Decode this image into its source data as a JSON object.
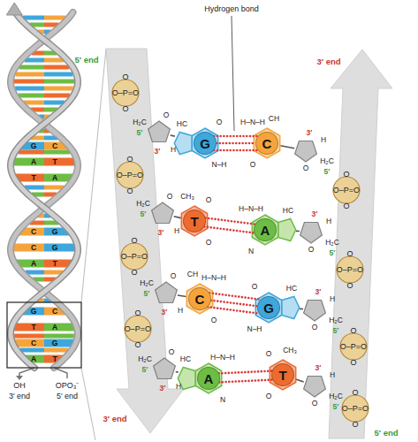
{
  "diagram": {
    "nodes": [
      {
        "text": [
          "O",
          "O–P=O",
          "O"
        ]
      },
      {
        "text": [
          "O",
          "O–P=O",
          "O"
        ]
      },
      {
        "text": [
          "O",
          "O–P=O",
          "O"
        ]
      },
      {
        "text": [
          "O",
          "O–P=O",
          "O"
        ]
      },
      {
        "text": [
          "G"
        ]
      },
      {
        "text": [
          "C"
        ]
      },
      {
        "text": [
          "T"
        ]
      },
      {
        "text": [
          "A"
        ]
      },
      {
        "text": [
          "C"
        ]
      },
      {
        "text": [
          "G"
        ]
      },
      {
        "text": [
          "A"
        ]
      },
      {
        "text": [
          "T"
        ]
      },
      {
        "text": [
          "O",
          "O–P=O",
          "O"
        ]
      },
      {
        "text": [
          "O",
          "O–P=O",
          "O"
        ]
      },
      {
        "text": [
          "O",
          "O–P=O",
          "O"
        ]
      },
      {
        "text": [
          "O",
          "O–P=O",
          "O"
        ]
      }
    ],
    "edges": [
      {
        "from": 4,
        "to": 5,
        "arrow": "none"
      },
      {
        "from": 4,
        "to": 5,
        "arrow": "none"
      },
      {
        "from": 4,
        "to": 5,
        "arrow": "none"
      },
      {
        "from": 6,
        "to": 7,
        "arrow": "none"
      },
      {
        "from": 6,
        "to": 7,
        "arrow": "none"
      },
      {
        "from": 8,
        "to": 9,
        "arrow": "none"
      },
      {
        "from": 8,
        "to": 9,
        "arrow": "none"
      },
      {
        "from": 8,
        "to": 9,
        "arrow": "none"
      },
      {
        "from": 10,
        "to": 11,
        "arrow": "none"
      },
      {
        "from": 10,
        "to": 11,
        "arrow": "none"
      }
    ],
    "labels": [
      "Hydrogen bond",
      "5′ end",
      "3′ end",
      "3′ end",
      "5′ end",
      "G",
      "C",
      "A",
      "T",
      "T",
      "A",
      "C",
      "G",
      "C",
      "G",
      "A",
      "T",
      "G",
      "C",
      "T",
      "A",
      "C",
      "G",
      "A",
      "T",
      "OH",
      "3′ end",
      "OPO₃⁻",
      "5′ end",
      "H₂C",
      "5′",
      "O",
      "3′",
      "H",
      "H₂C",
      "5′",
      "O",
      "3′",
      "H",
      "H₂C",
      "5′",
      "O",
      "3′",
      "H",
      "H₂C",
      "5′",
      "O",
      "3′",
      "H",
      "H₂C",
      "5′",
      "O",
      "3′",
      "H",
      "H₂C",
      "5′",
      "O",
      "3′",
      "H",
      "H₂C",
      "5′",
      "O",
      "3′",
      "H",
      "H₂C",
      "5′",
      "O",
      "3′",
      "H",
      "HC",
      "O",
      "N–H",
      "CH",
      "H–N–H",
      "O",
      "CH₃",
      "O",
      "O",
      "HC",
      "H–N–H",
      "N",
      "CH",
      "H–N–H",
      "O",
      "HC",
      "O",
      "N–H",
      "HC",
      "H–N–H",
      "N",
      "CH₃",
      "O",
      "O"
    ]
  }
}
